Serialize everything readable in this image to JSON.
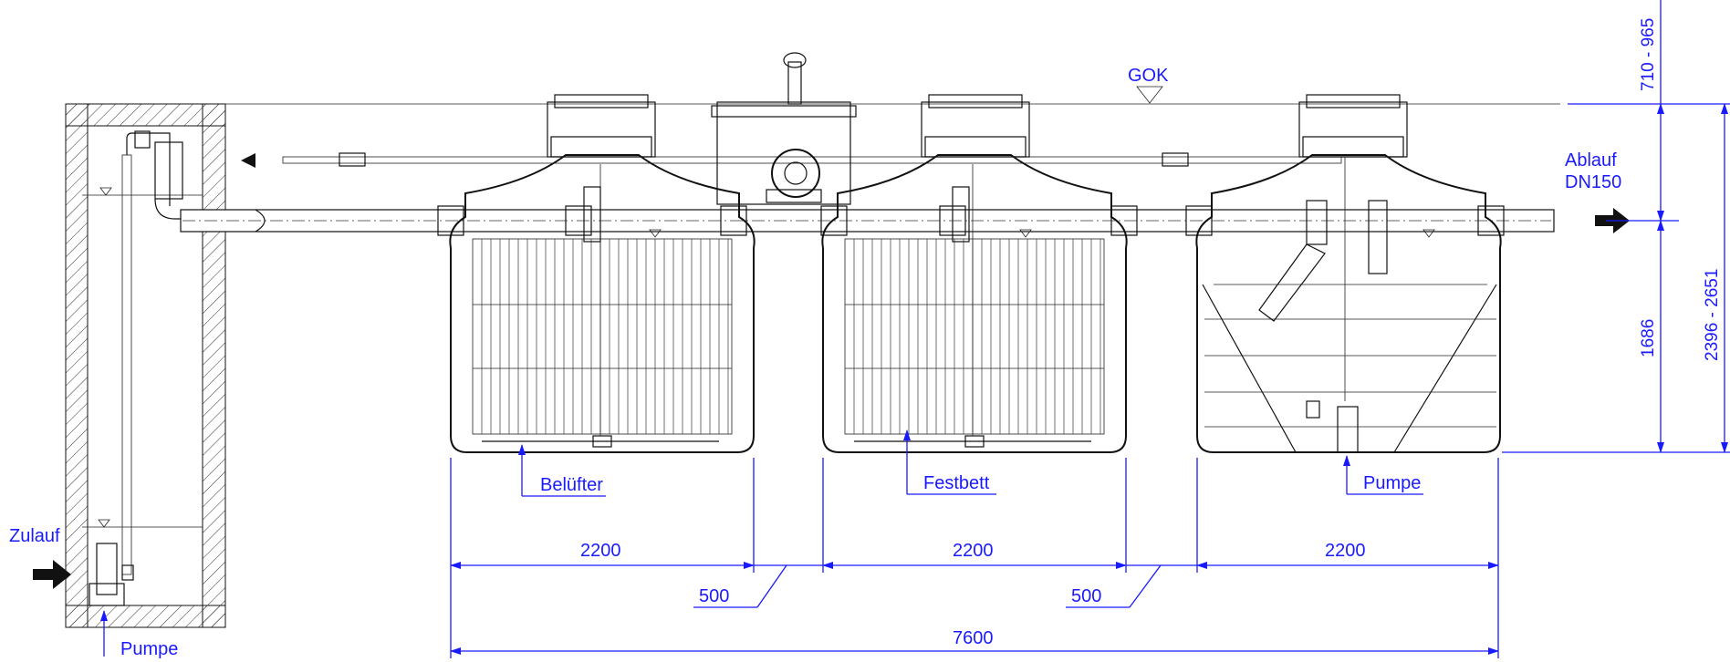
{
  "labels": {
    "gok": "GOK",
    "ablauf": "Ablauf",
    "dn150": "DN150",
    "zulauf": "Zulauf",
    "pumpe_left": "Pumpe",
    "beluefter": "Belüfter",
    "festbett": "Festbett",
    "pumpe_right": "Pumpe"
  },
  "dimensions": {
    "tank1_width": "2200",
    "tank2_width": "2200",
    "tank3_width": "2200",
    "gap1": "500",
    "gap2": "500",
    "total": "7600",
    "cover_depth": "710 - 965",
    "tank_height": "1686",
    "total_height": "2396 - 2651"
  },
  "colors": {
    "dimension": "#1a1aff",
    "line": "#111111"
  }
}
